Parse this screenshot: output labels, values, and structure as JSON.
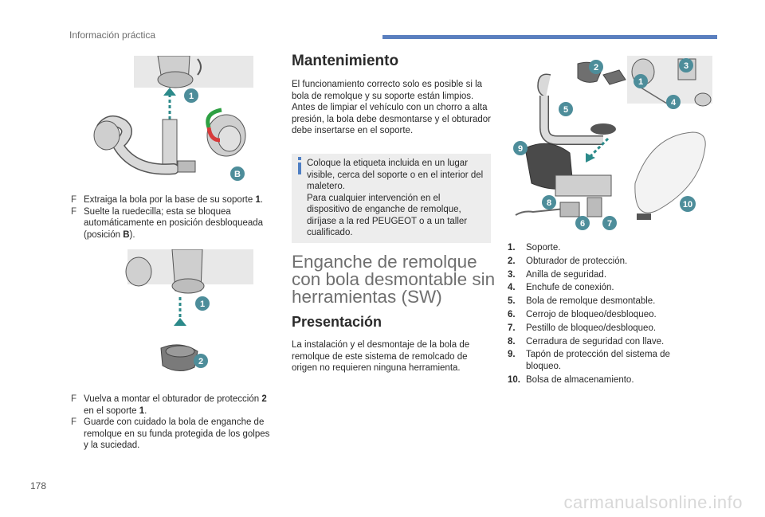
{
  "header": {
    "section_title": "Información práctica"
  },
  "page_number": "178",
  "watermark": "carmanualsonline.info",
  "left_column": {
    "figure1_labels": [
      "1",
      "B"
    ],
    "bullets_1": [
      {
        "text_a": "Extraiga la bola por la base de su soporte ",
        "ref": "1",
        "text_b": "."
      },
      {
        "text_a": "Suelte la ruedecilla; esta se bloquea automáticamente en posición desbloqueada (posición ",
        "ref": "B",
        "text_b": ")."
      }
    ],
    "figure2_labels": [
      "1",
      "2"
    ],
    "bullets_2": [
      {
        "text_a": "Vuelva a montar el obturador de protección ",
        "ref": "2",
        "text_b": " en el soporte ",
        "ref2": "1",
        "text_c": "."
      },
      {
        "text_a": "Guarde con cuidado la bola de enganche de remolque en su funda protegida de los golpes y la suciedad."
      }
    ],
    "bullet_marker": "F"
  },
  "middle_column": {
    "maintenance_title": "Mantenimiento",
    "maintenance_text": "El funcionamiento correcto solo es posible si la bola de remolque y su soporte están limpios. Antes de limpiar el vehículo con un chorro a alta presión, la bola debe desmontarse y el obturador debe insertarse en el soporte.",
    "info_text": "Coloque la etiqueta incluida en un lugar visible, cerca del soporte o en el interior del maletero.\nPara cualquier intervención en el dispositivo de enganche de remolque, diríjase a la red PEUGEOT o a un taller cualificado.",
    "chapter_title": "Enganche de remolque con bola desmontable sin herramientas (SW)",
    "presentation_title": "Presentación",
    "presentation_text": "La instalación y el desmontaje de la bola de remolque de este sistema de remolcado de origen no requieren ninguna herramienta."
  },
  "right_column": {
    "figure_labels": [
      "2",
      "3",
      "1",
      "4",
      "5",
      "9",
      "8",
      "6",
      "7",
      "10"
    ],
    "parts": [
      {
        "num": "1.",
        "label": "Soporte."
      },
      {
        "num": "2.",
        "label": "Obturador de protección."
      },
      {
        "num": "3.",
        "label": "Anilla de seguridad."
      },
      {
        "num": "4.",
        "label": "Enchufe de conexión."
      },
      {
        "num": "5.",
        "label": "Bola de remolque desmontable."
      },
      {
        "num": "6.",
        "label": "Cerrojo de bloqueo/desbloqueo."
      },
      {
        "num": "7.",
        "label": "Pestillo de bloqueo/desbloqueo."
      },
      {
        "num": "8.",
        "label": "Cerradura de seguridad con llave."
      },
      {
        "num": "9.",
        "label": "Tapón de protección del sistema de bloqueo."
      },
      {
        "num": "10.",
        "label": "Bolsa de almacenamiento."
      }
    ]
  },
  "colors": {
    "accent_blue": "#5a7fbf",
    "label_teal": "#3f8f9a",
    "arrow_teal": "#2c8a8a",
    "info_blue": "#4f7fc4"
  }
}
